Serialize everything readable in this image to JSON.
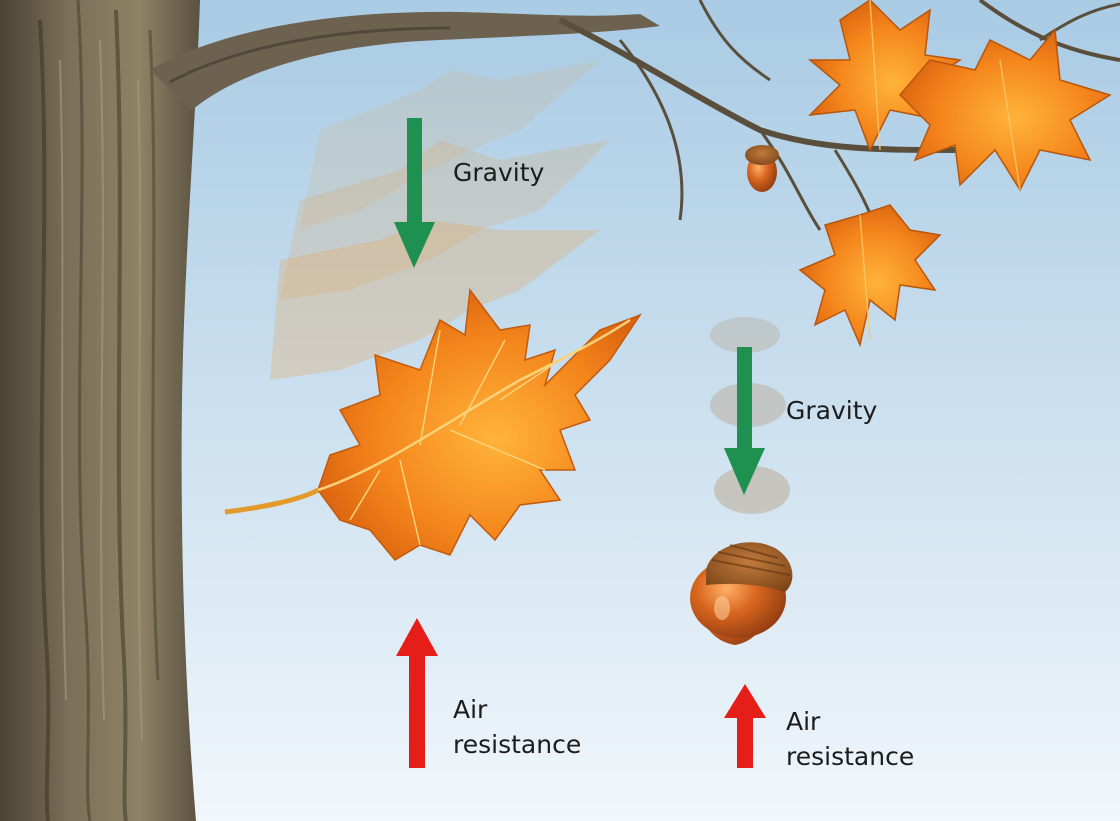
{
  "labels": {
    "leaf_gravity": "Gravity",
    "acorn_gravity": "Gravity",
    "leaf_air": [
      "Air",
      "resistance"
    ],
    "acorn_air": [
      "Air",
      "resistance"
    ]
  },
  "icons": {
    "gravity_arrow": "arrow-down",
    "air_resistance_arrow": "arrow-up"
  },
  "colors": {
    "gravity": "#1e9150",
    "air_resistance": "#e61e19",
    "leaf": "#f08a1c",
    "acorn": "#c45a1c",
    "bark": "#6f6450",
    "sky_top": "#a9cbe4",
    "sky_bottom": "#eef5fa"
  }
}
